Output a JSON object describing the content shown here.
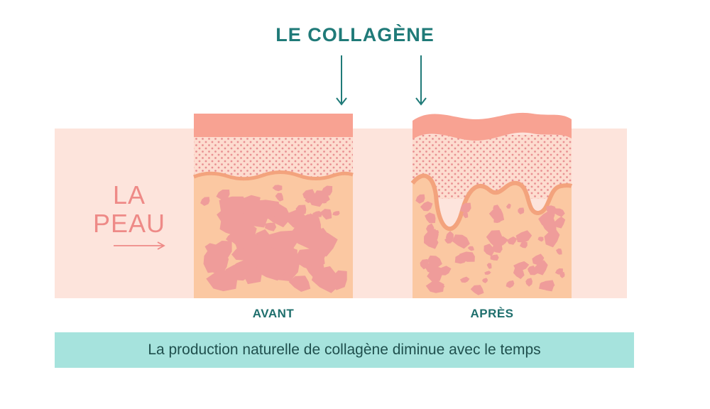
{
  "title": "LE COLLAGÈNE",
  "side_label": {
    "line1": "LA",
    "line2": "PEAU"
  },
  "panels": {
    "before": "AVANT",
    "after": "APRÈS"
  },
  "caption": "La production naturelle de collagène diminue avec le temps",
  "colors": {
    "band": "#fde4dc",
    "epidermis": "#f8a292",
    "dermis": "#fddccf",
    "dots": "#e89092",
    "hypodermis": "#fbc8a2",
    "cells": "#ef9c9a",
    "accent": "#1f7a78",
    "caption_bg": "#a6e3dd"
  }
}
